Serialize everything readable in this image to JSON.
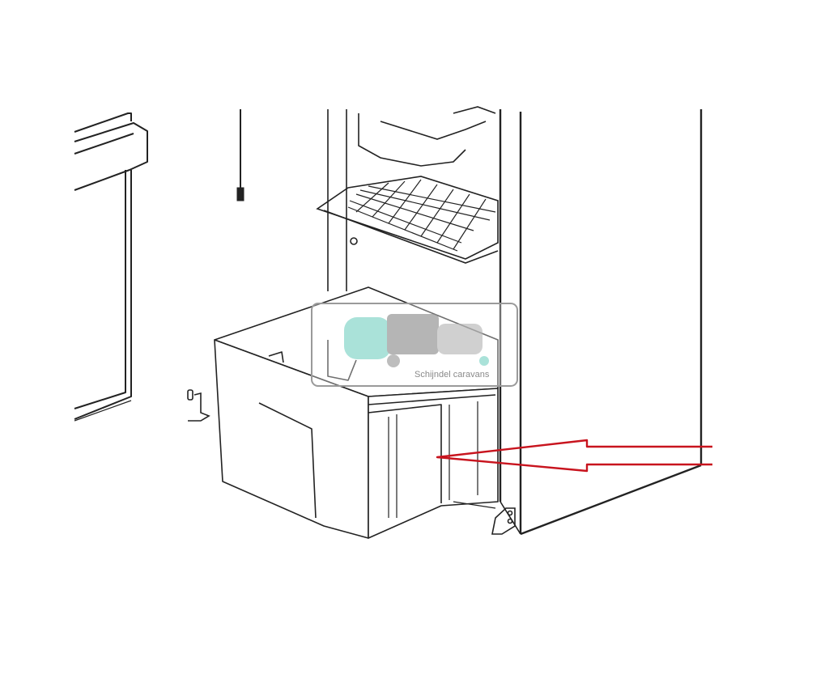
{
  "illustration": {
    "subject": "refrigerator with crisper drawer pulled out",
    "highlighted_part": "crisper-drawer",
    "line_color": "#222222",
    "arrow_color": "#c8141e"
  },
  "watermark": {
    "text": "Schijndel caravans",
    "accent_color": "#7dd3c6",
    "frame_color": "#9a9a9a"
  }
}
